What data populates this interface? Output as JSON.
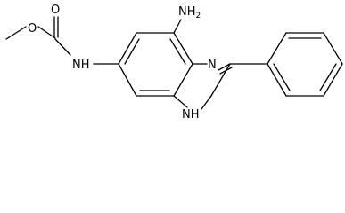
{
  "molecule": {
    "labels": {
      "o_carbonyl": "O",
      "o_ester": "O",
      "nh_carbamate": "NH",
      "nh2": "NH",
      "nh2_subscript": "2",
      "n_ring": "N",
      "nh_ring": "NH"
    }
  }
}
